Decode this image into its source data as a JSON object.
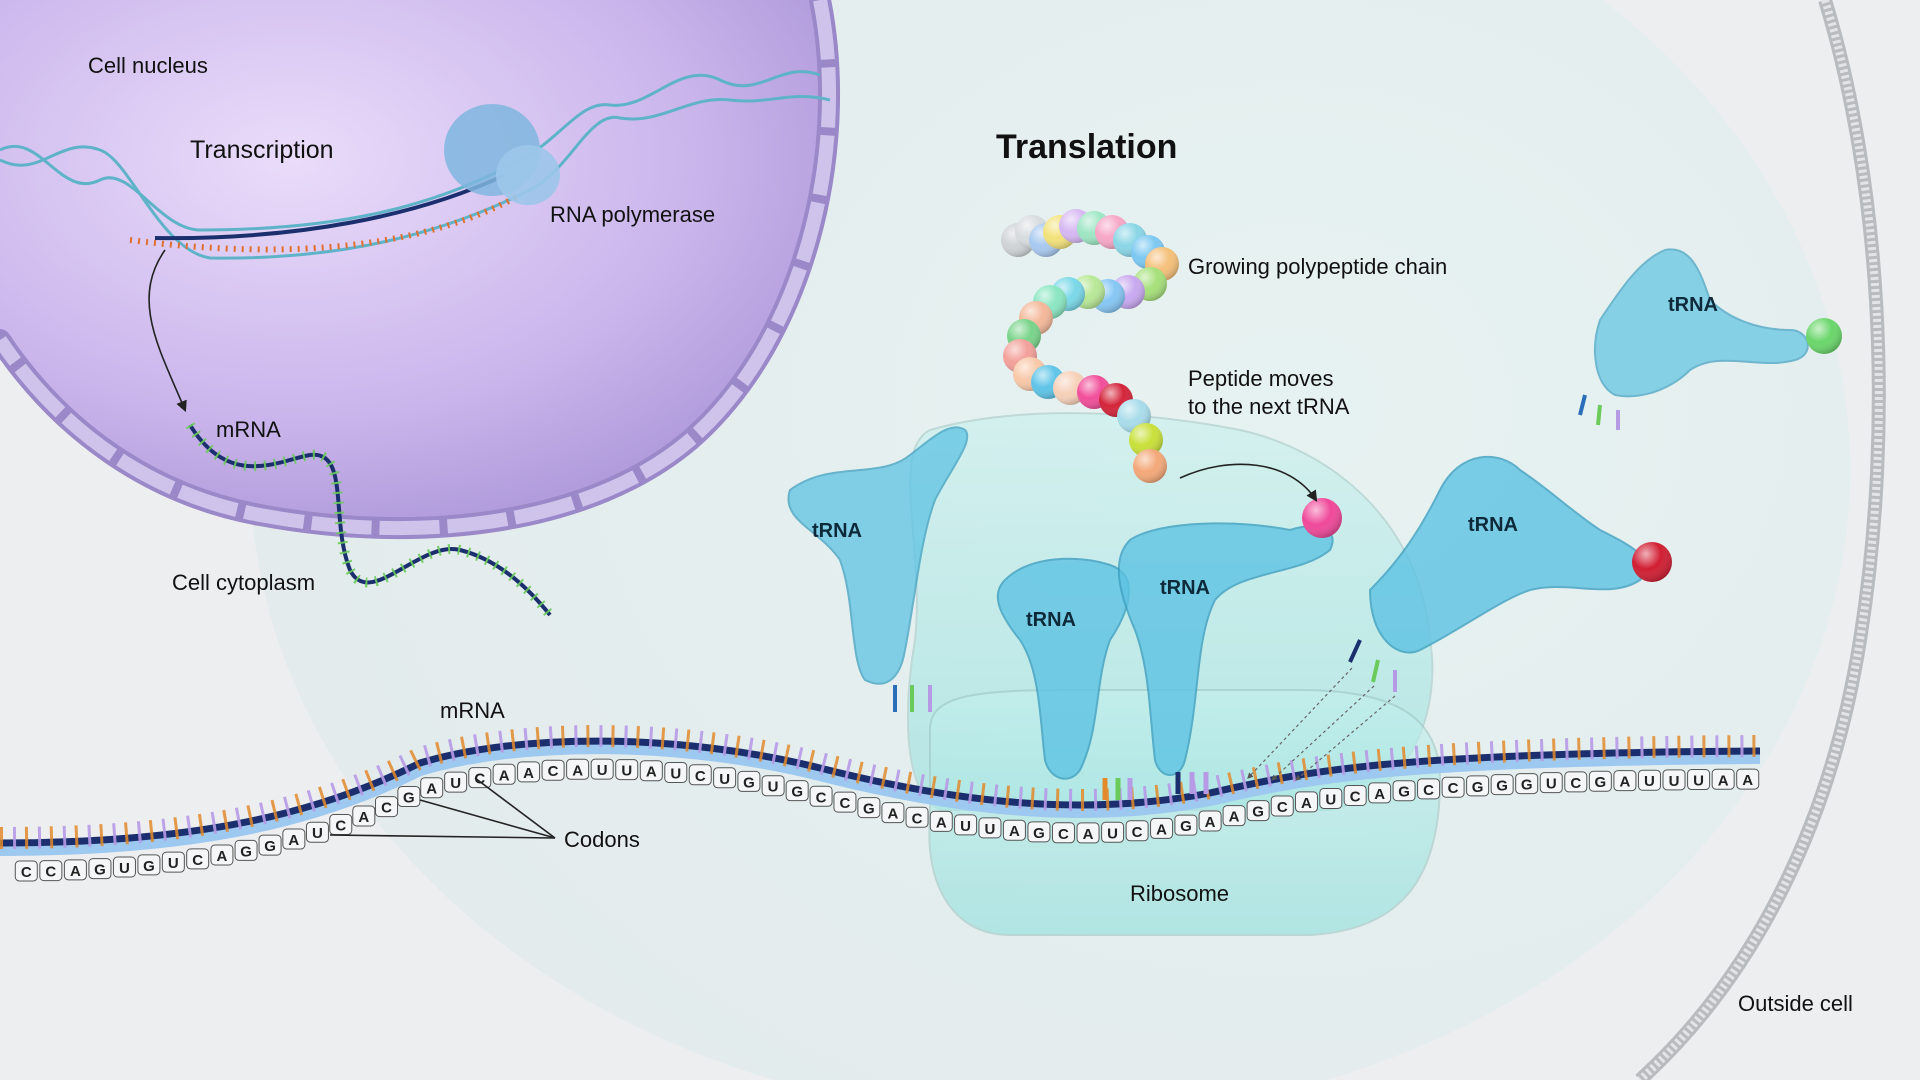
{
  "labels": {
    "cell_nucleus": "Cell nucleus",
    "transcription": "Transcription",
    "rna_polymerase": "RNA polymerase",
    "mrna_nucleus": "mRNA",
    "cell_cytoplasm": "Cell cytoplasm",
    "translation": "Translation",
    "growing_chain": "Growing polypeptide chain",
    "peptide_moves_1": "Peptide moves",
    "peptide_moves_2": "to the next tRNA",
    "mrna_main": "mRNA",
    "codons": "Codons",
    "ribosome": "Ribosome",
    "outside_cell": "Outside cell",
    "trna": [
      "tRNA",
      "tRNA",
      "tRNA",
      "tRNA",
      "tRNA"
    ]
  },
  "mrna_sequence": "CCAGUGUCAGGAUCACGAUCAACAUUAUCUGUGCCGACAUUAGCAUCAGAAGCAUCAGCCGGGUCGAUUUAA",
  "polypeptide_colors": [
    "#cfd3d6",
    "#d8dcdf",
    "#a8c9f0",
    "#f3e27a",
    "#d6b8f2",
    "#9ee6c4",
    "#f6a6c6",
    "#8ad6e6",
    "#7cc8f2",
    "#f5c07a",
    "#a6e07a",
    "#c8a8f0",
    "#86c6f4",
    "#b8e896",
    "#7ad8e8",
    "#8ae6c2",
    "#f4b89a",
    "#7ad48a",
    "#f3a09a",
    "#f8c8a8",
    "#5fc4e8",
    "#f6d0b8",
    "#f24e9a",
    "#d4243a",
    "#a8dceb",
    "#c8e03a",
    "#f4a878"
  ],
  "colors": {
    "nucleus": "#c6b4ea",
    "trna": "#5ec3e3",
    "ribosome": "#9fe6e2",
    "mrna_backbone": "#1b2f6e",
    "amino_green": "#6ad66a",
    "amino_pink": "#f0489a",
    "amino_red": "#d11e33"
  },
  "icons": [
    "rna-polymerase-icon",
    "ribosome-icon",
    "trna-icon",
    "amino-acid-icon",
    "dna-helix-icon"
  ]
}
